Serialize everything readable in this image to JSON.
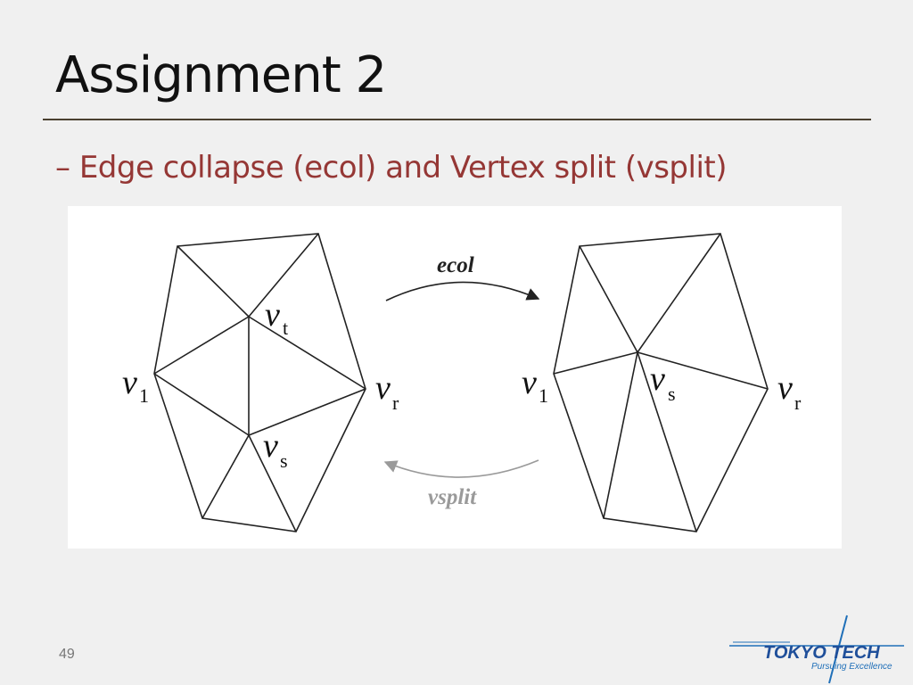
{
  "slide": {
    "title": "Assignment 2",
    "bullet": {
      "dash": "–",
      "text": "Edge collapse (ecol) and Vertex split (vsplit)"
    },
    "page_number": "49"
  },
  "figure": {
    "ecol_label": "ecol",
    "vsplit_label": "vsplit",
    "left_mesh": {
      "v_t": {
        "main": "v",
        "sub": "t"
      },
      "v_1": {
        "main": "v",
        "sub": "1"
      },
      "v_r": {
        "main": "v",
        "sub": "r"
      },
      "v_s": {
        "main": "v",
        "sub": "s"
      }
    },
    "right_mesh": {
      "v_1": {
        "main": "v",
        "sub": "1"
      },
      "v_s": {
        "main": "v",
        "sub": "s"
      },
      "v_r": {
        "main": "v",
        "sub": "r"
      }
    }
  },
  "logo": {
    "name": "TOKYO TECH",
    "tagline": "Pursuing Excellence"
  },
  "colors": {
    "background": "#f0f0f0",
    "title": "#111111",
    "accent": "#953735",
    "rule": "#4a4030",
    "logo_blue": "#1f6fb8",
    "vsplit_gray": "#9a9a9a"
  }
}
